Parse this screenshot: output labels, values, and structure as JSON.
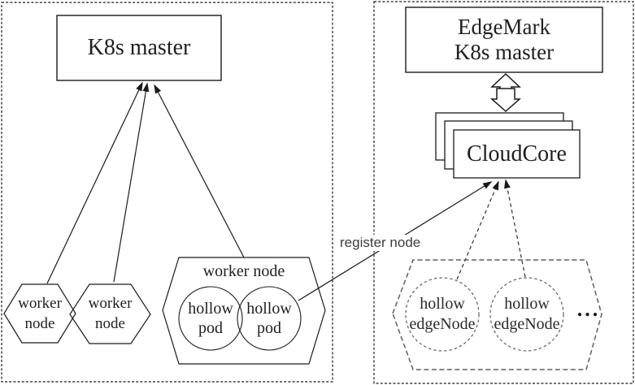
{
  "colors": {
    "background": "#ffffff",
    "line": "#1a1a1a",
    "dashed_gray": "#5f5f5f",
    "text": "#1f1f1f"
  },
  "left_panel": {
    "k8s_master_label": "K8s master",
    "worker_hex_1": {
      "line1": "worker",
      "line2": "node"
    },
    "worker_hex_2": {
      "line1": "worker",
      "line2": "node"
    },
    "worker_node_group": {
      "label": "worker node",
      "pod_1": {
        "line1": "hollow",
        "line2": "pod"
      },
      "pod_2": {
        "line1": "hollow",
        "line2": "pod"
      }
    }
  },
  "connector": {
    "register_label": "register node"
  },
  "right_panel": {
    "edgemark_master": {
      "line1": "EdgeMark",
      "line2": "K8s master"
    },
    "cloudcore_label": "CloudCore",
    "edge_node_group": {
      "edge_node_1": {
        "line1": "hollow",
        "line2": "edgeNode"
      },
      "edge_node_2": {
        "line1": "hollow",
        "line2": "edgeNode"
      },
      "ellipsis": "..."
    }
  }
}
